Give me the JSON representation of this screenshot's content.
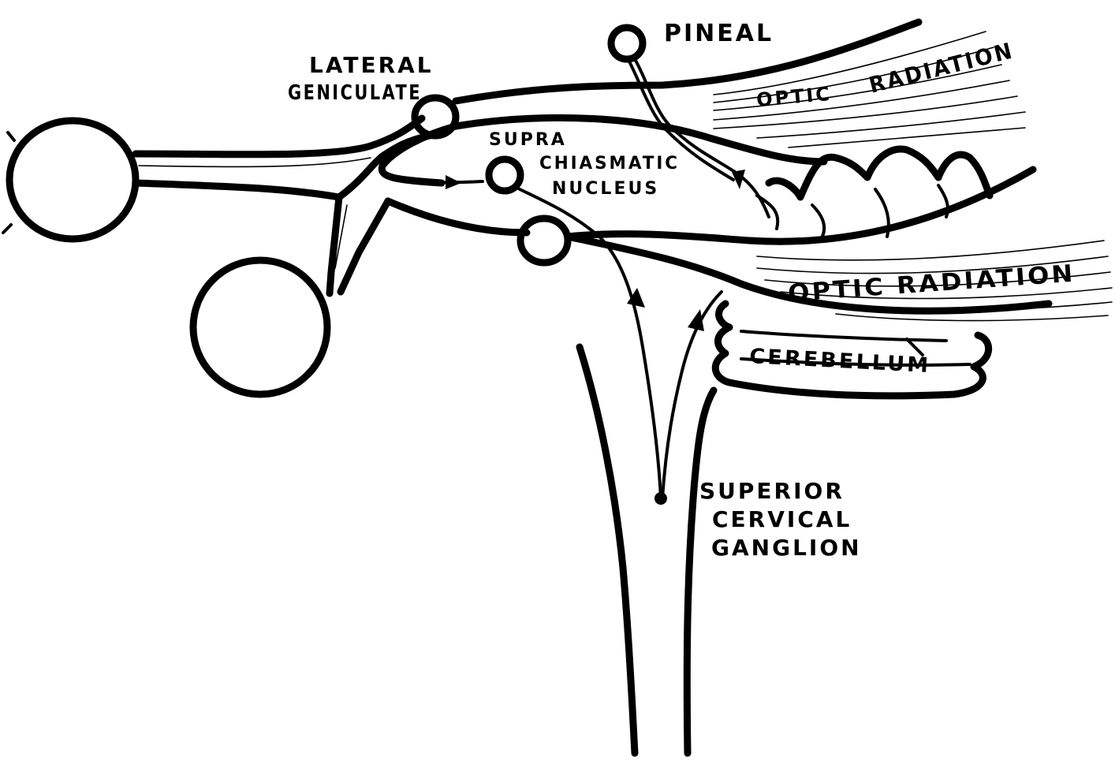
{
  "labels": {
    "pineal": "PINEAL",
    "lateral_geniculate_line1": "LATERAL",
    "lateral_geniculate_line2": "GENICULATE",
    "supra_line1": "SUPRA",
    "supra_line2": "CHIASMATIC",
    "supra_line3": "NUCLEUS",
    "optic_radiation_upper_1": "OPTIC",
    "optic_radiation_upper_2": "RADIATION",
    "optic_radiation_lower": "OPTIC RADIATION",
    "cerebellum": "CEREBELLUM",
    "ganglion_line1": "SUPERIOR",
    "ganglion_line2": "CERVICAL",
    "ganglion_line3": "GANGLION"
  },
  "colors": {
    "ink": "#000000",
    "paper": "#ffffff"
  }
}
